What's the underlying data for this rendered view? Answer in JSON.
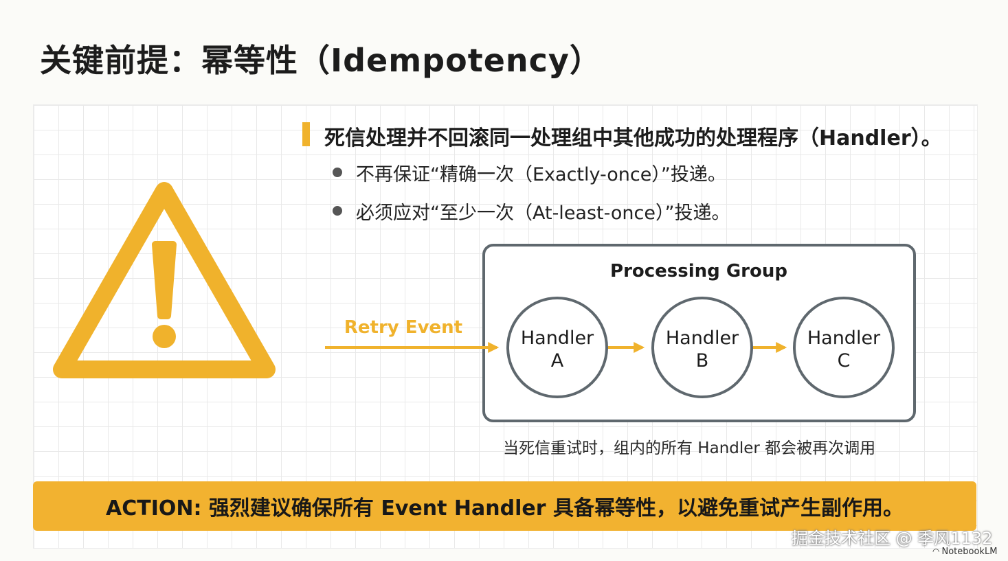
{
  "title": "关键前提：幂等性（Idempotency）",
  "main_point": "死信处理并不回滚同一处理组中其他成功的处理程序（Handler）。",
  "sub_points": [
    "不再保证“精确一次（Exactly-once）”投递。",
    "必须应对“至少一次（At-least-once）”投递。"
  ],
  "diagram": {
    "group_title": "Processing Group",
    "retry_label": "Retry Event",
    "handlers": [
      {
        "line1": "Handler",
        "line2": "A"
      },
      {
        "line1": "Handler",
        "line2": "B"
      },
      {
        "line1": "Handler",
        "line2": "C"
      }
    ],
    "caption": "当死信重试时，组内的所有 Handler 都会被再次调用"
  },
  "action": "ACTION: 强烈建议确保所有 Event Handler 具备幂等性，以避免重试产生副作用。",
  "watermark": "掘金技术社区 @ 季风1132",
  "notebook_label": "NotebookLM",
  "colors": {
    "accent": "#f0b22c",
    "border": "#5f686e",
    "text": "#1e1e1e"
  },
  "icons": {
    "warning": "warning-triangle-icon",
    "notebook": "notebooklm-logo-icon"
  }
}
